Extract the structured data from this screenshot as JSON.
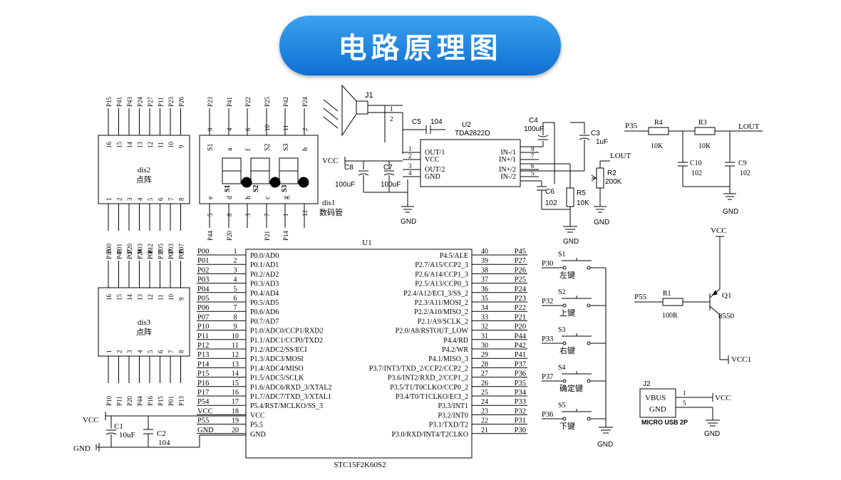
{
  "title": "电路原理图",
  "mcu": {
    "ref": "U1",
    "part": "STC15F2K60S2",
    "left_pins": [
      {
        "net": "P00",
        "num": "1",
        "name": "P0.0/AD0"
      },
      {
        "net": "P01",
        "num": "2",
        "name": "P0.1/AD1"
      },
      {
        "net": "P02",
        "num": "3",
        "name": "P0.2/AD2"
      },
      {
        "net": "P03",
        "num": "4",
        "name": "P0.3/AD3"
      },
      {
        "net": "P04",
        "num": "5",
        "name": "P0.4/AD4"
      },
      {
        "net": "P05",
        "num": "6",
        "name": "P0.5/AD5"
      },
      {
        "net": "P06",
        "num": "7",
        "name": "P0.6/AD6"
      },
      {
        "net": "P07",
        "num": "8",
        "name": "P0.7/AD7"
      },
      {
        "net": "P10",
        "num": "9",
        "name": "P1.0/ADC0/CCP1/RXD2"
      },
      {
        "net": "P11",
        "num": "10",
        "name": "P1.1/ADC1/CCP0/TXD2"
      },
      {
        "net": "P12",
        "num": "11",
        "name": "P1.2/ADC2/SS/ECI"
      },
      {
        "net": "P13",
        "num": "12",
        "name": "P1.3/ADC3/MOSI"
      },
      {
        "net": "P14",
        "num": "13",
        "name": "P1.4/ADC4/MISO"
      },
      {
        "net": "P15",
        "num": "14",
        "name": "P1.5/ADC5/SCLK"
      },
      {
        "net": "P16",
        "num": "15",
        "name": "P1.6/ADC6/RXD_3/XTAL2"
      },
      {
        "net": "P17",
        "num": "16",
        "name": "P1.7/ADC7/TXD_3/XTAL1"
      },
      {
        "net": "P54",
        "num": "17",
        "name": "P5.4/RST/MCLKO/SS_3"
      },
      {
        "net": "VCC",
        "num": "18",
        "name": "VCC"
      },
      {
        "net": "P55",
        "num": "19",
        "name": "P5.5"
      },
      {
        "net": "GND",
        "num": "20",
        "name": "GND"
      }
    ],
    "right_pins": [
      {
        "net": "P45",
        "num": "40",
        "name": "P4.5/ALE"
      },
      {
        "net": "P27",
        "num": "39",
        "name": "P2.7/A15/CCP2_3"
      },
      {
        "net": "P26",
        "num": "38",
        "name": "P2.6/A14/CCP1_3"
      },
      {
        "net": "P25",
        "num": "37",
        "name": "P2.5/A13/CCP0_3"
      },
      {
        "net": "P24",
        "num": "36",
        "name": "P2.4/A12/ECI_3/SS_2"
      },
      {
        "net": "P23",
        "num": "35",
        "name": "P2.3/A11/MOSI_2"
      },
      {
        "net": "P22",
        "num": "34",
        "name": "P2.2/A10/MISO_2"
      },
      {
        "net": "P21",
        "num": "33",
        "name": "P2.1/A9/SCLK_2"
      },
      {
        "net": "P20",
        "num": "32",
        "name": "P2.0/A8/RSTOUT_LOW"
      },
      {
        "net": "P44",
        "num": "31",
        "name": "P4.4/RD"
      },
      {
        "net": "P42",
        "num": "30",
        "name": "P4.2/WR"
      },
      {
        "net": "P41",
        "num": "29",
        "name": "P4.1/MISO_3"
      },
      {
        "net": "P37",
        "num": "28",
        "name": "P3.7/INT3/TXD_2/CCP2/CCP2_2"
      },
      {
        "net": "P36",
        "num": "27",
        "name": "P3.6/INT2/RXD_2/CCP1_2"
      },
      {
        "net": "P35",
        "num": "26",
        "name": "P3.5/T1/T0CLKO/CCP0_2"
      },
      {
        "net": "P34",
        "num": "25",
        "name": "P3.4/T0/T1CLKO/ECI_2"
      },
      {
        "net": "P33",
        "num": "24",
        "name": "P3.3/INT1"
      },
      {
        "net": "P32",
        "num": "23",
        "name": "P3.2/INT0"
      },
      {
        "net": "P31",
        "num": "22",
        "name": "P3.1/TXD/T2"
      },
      {
        "net": "P30",
        "num": "21",
        "name": "P3.0/RXD/INT4/T2CLKO"
      }
    ]
  },
  "power": {
    "vcc": "VCC",
    "gnd": "GND",
    "c1": "C1",
    "c1_val": "10uF",
    "c2": "C2",
    "c2_val": "104"
  },
  "dis2": {
    "name": "dis2",
    "type": "点阵",
    "top_nets": [
      "P15",
      "P41",
      "P43",
      "P24",
      "P27",
      "P11",
      "P23",
      "P26"
    ],
    "top_nums": [
      "16",
      "15",
      "14",
      "13",
      "12",
      "11",
      "10",
      "9"
    ],
    "bottom_nets": [
      "P00",
      "P01",
      "P20",
      "P03",
      "P12",
      "P05",
      "P03",
      "P07"
    ],
    "bottom_nums": [
      "1",
      "2",
      "3",
      "4",
      "5",
      "6",
      "7",
      "8"
    ]
  },
  "dis3": {
    "name": "dis3",
    "type": "点阵",
    "top_nets": [
      "P15",
      "P41",
      "P07",
      "P24",
      "P06",
      "P11",
      "P07",
      "P05"
    ],
    "top_nums": [
      "16",
      "15",
      "14",
      "13",
      "12",
      "11",
      "10",
      "9"
    ],
    "bottom_nets": [
      "P10",
      "P11",
      "P20",
      "P44",
      "P16",
      "P15",
      "P01",
      "P13"
    ],
    "bottom_nums": [
      "1",
      "2",
      "3",
      "4",
      "5",
      "6",
      "7",
      "8"
    ]
  },
  "dis1": {
    "name": "dis1",
    "type": "数码管",
    "top_nets": [
      "P23",
      "P41",
      "P22",
      "P25",
      "P42",
      "P24"
    ],
    "top_nums": [
      "9",
      "4",
      "6",
      "10",
      "11",
      "2"
    ],
    "top_segs": [
      "S1",
      "a",
      "f",
      "S2",
      "S3",
      "b"
    ],
    "bottom_nets": [
      "P44",
      "P20",
      "",
      "P21",
      "P14",
      ""
    ],
    "bottom_nums": [
      "5",
      "8",
      "3",
      "7",
      "1",
      "12"
    ],
    "bottom_segs": [
      "e",
      "d",
      "h",
      "c",
      "g",
      ""
    ],
    "digits": [
      "S1",
      "S2",
      "S3"
    ]
  },
  "amp": {
    "ref": "U2",
    "part": "TDA2822D",
    "left_pins": [
      {
        "num": "1",
        "name": "OUT/1"
      },
      {
        "num": "2",
        "name": "VCC"
      },
      {
        "num": "3",
        "name": "OUT/2"
      },
      {
        "num": "4",
        "name": "GND"
      }
    ],
    "right_pins": [
      {
        "num": "8",
        "name": "IN-/1"
      },
      {
        "num": "7",
        "name": "IN+/1"
      },
      {
        "num": "6",
        "name": "IN+/2"
      },
      {
        "num": "5",
        "name": "IN-/2"
      }
    ],
    "j1": "J1",
    "j1_pins": [
      "1",
      "2"
    ],
    "c5": "C5",
    "c5_val": "104",
    "c4": "C4",
    "c4_val": "100uF",
    "c3": "C3",
    "c3_val": "1uF",
    "c8": "C8",
    "c8_val": "100uF",
    "c7": "C7",
    "c7_val": "100uF",
    "c6": "C6",
    "c6_val": "102",
    "r5": "R5",
    "r5_val": "10K",
    "r2": "R2",
    "r2_val": "200K",
    "lout": "LOUT",
    "vcc": "VCC",
    "gnd": "GND"
  },
  "filter": {
    "net_in": "P35",
    "r4": "R4",
    "r4_val": "10K",
    "r3": "R3",
    "r3_val": "10K",
    "lout": "LOUT",
    "c10": "C10",
    "c10_val": "102",
    "c9": "C9",
    "c9_val": "102",
    "gnd": "GND"
  },
  "buttons": [
    {
      "net": "P30",
      "ref": "S1",
      "label": "左键"
    },
    {
      "net": "P32",
      "ref": "S2",
      "label": "上键"
    },
    {
      "net": "P33",
      "ref": "S3",
      "label": "右键"
    },
    {
      "net": "P37",
      "ref": "S4",
      "label": "确定键"
    },
    {
      "net": "P36",
      "ref": "S5",
      "label": "下键"
    }
  ],
  "buttons_gnd": "GND",
  "transistor": {
    "vcc_top": "VCC",
    "net": "P55",
    "r1": "R1",
    "r1_val": "100R",
    "q1": "Q1",
    "q1_part": "8550",
    "vcc_out": "VCC1"
  },
  "usb": {
    "ref": "J2",
    "vbus": "VBUS",
    "gnd_pin": "GND",
    "pin1": "1",
    "pin5": "5",
    "vcc": "VCC",
    "gnd": "GND",
    "part": "MICRO USB 2P"
  }
}
